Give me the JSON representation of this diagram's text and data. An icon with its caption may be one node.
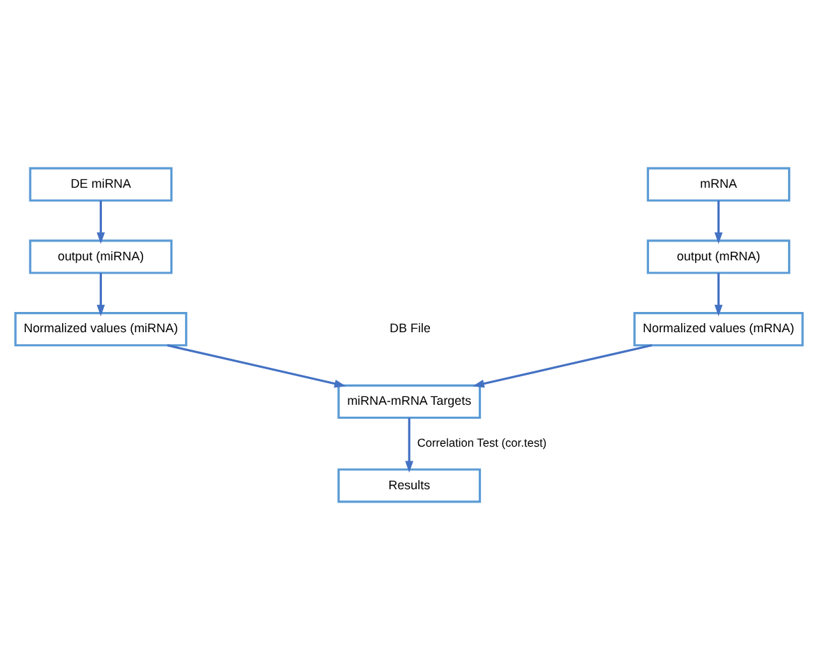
{
  "diagram": {
    "nodes": [
      {
        "text": [
          "DE miRNA"
        ]
      },
      {
        "text": [
          "mRNA"
        ]
      },
      {
        "text": [
          "output (miRNA)"
        ]
      },
      {
        "text": [
          "output (mRNA)"
        ]
      },
      {
        "text": [
          "Normalized values (miRNA)"
        ]
      },
      {
        "text": [
          "Normalized values (mRNA)"
        ]
      },
      {
        "text": [
          "miRNA-mRNA Targets"
        ]
      },
      {
        "text": [
          "Results"
        ]
      }
    ],
    "edges": [
      {
        "from": 0,
        "to": 2,
        "arrow": "to"
      },
      {
        "from": 2,
        "to": 4,
        "arrow": "to"
      },
      {
        "from": 1,
        "to": 3,
        "arrow": "to"
      },
      {
        "from": 3,
        "to": 5,
        "arrow": "to"
      },
      {
        "from": 4,
        "to": 6,
        "arrow": "to"
      },
      {
        "from": 5,
        "to": 6,
        "arrow": "to"
      },
      {
        "from": 6,
        "to": 7,
        "arrow": "to",
        "label": "Correlation Test (cor.test)"
      }
    ],
    "labels": [
      "DB File"
    ]
  }
}
